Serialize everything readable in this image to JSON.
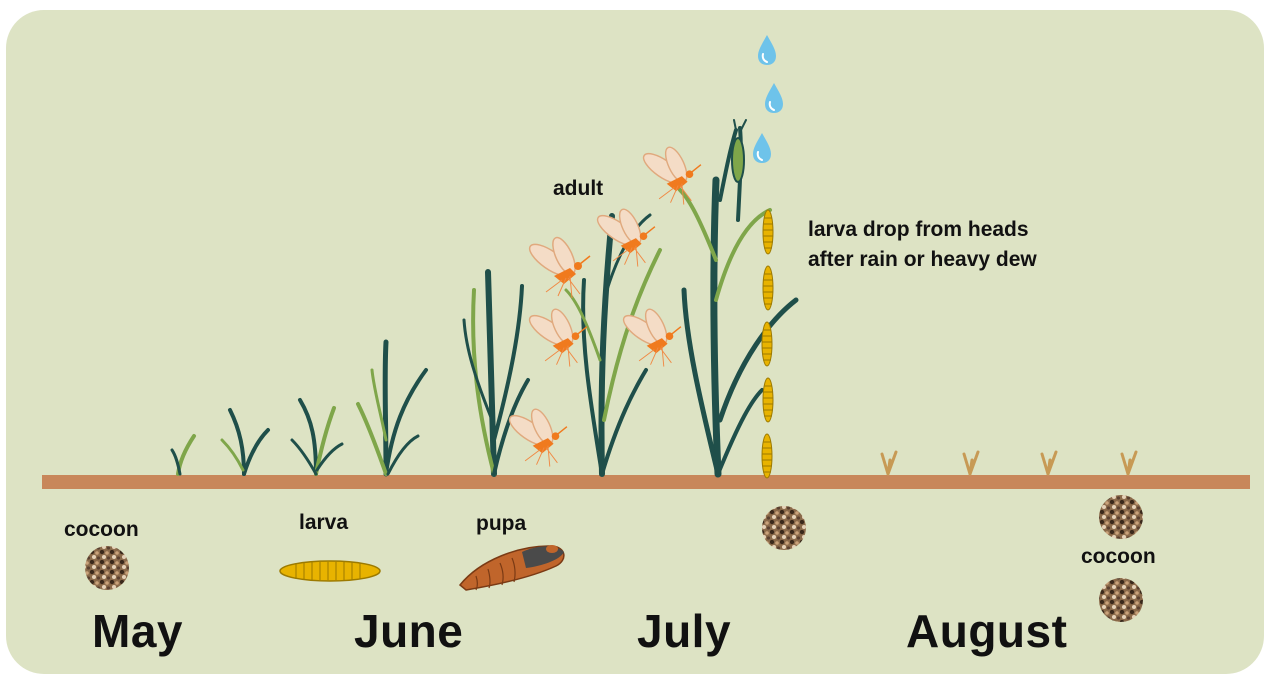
{
  "labels": {
    "cocoon_left": "cocoon",
    "larva": "larva",
    "pupa": "pupa",
    "adult": "adult",
    "cocoon_right": "cocoon"
  },
  "note": {
    "line1": "larva drop from heads",
    "line2": "after rain or heavy dew"
  },
  "months": [
    "May",
    "June",
    "July",
    "August"
  ],
  "colors": {
    "background": "#dde3c4",
    "soil": "#c8875a",
    "leaf_dark": "#1f4f4a",
    "leaf_light": "#7fa64a",
    "midge": "#f07a1e",
    "wing": "#f4dcc6",
    "larva": "#e8b300",
    "pupa": "#c0652b",
    "water": "#6ec3ea",
    "dry_stubble": "#c79a55"
  }
}
